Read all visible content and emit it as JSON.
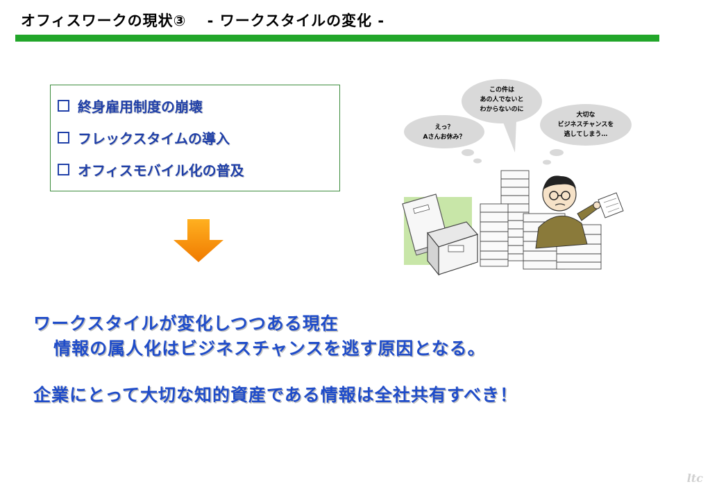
{
  "slide": {
    "title": "オフィスワークの現状③　 - ワークスタイルの変化 -",
    "accent_color": "#22a62a",
    "text_color": "#1f4cc9"
  },
  "bullets": [
    {
      "label": "終身雇用制度の崩壊"
    },
    {
      "label": "フレックスタイムの導入"
    },
    {
      "label": "オフィスモバイル化の普及"
    }
  ],
  "illustration": {
    "bubble_left": [
      "えっ？",
      "Aさんお休み？"
    ],
    "bubble_center": [
      "この件は",
      "あの人でないと",
      "わからないのに"
    ],
    "bubble_right": [
      "大切な",
      "ビジネスチャンスを",
      "逃してしまう…"
    ]
  },
  "messages": {
    "line1": "ワークスタイルが変化しつつある現在",
    "line2": "   情報の属人化はビジネスチャンスを逃す原因となる。",
    "line3": "企業にとって大切な知的資産である情報は全社共有すべき！"
  },
  "footer": {
    "logo_text": "ltc"
  }
}
